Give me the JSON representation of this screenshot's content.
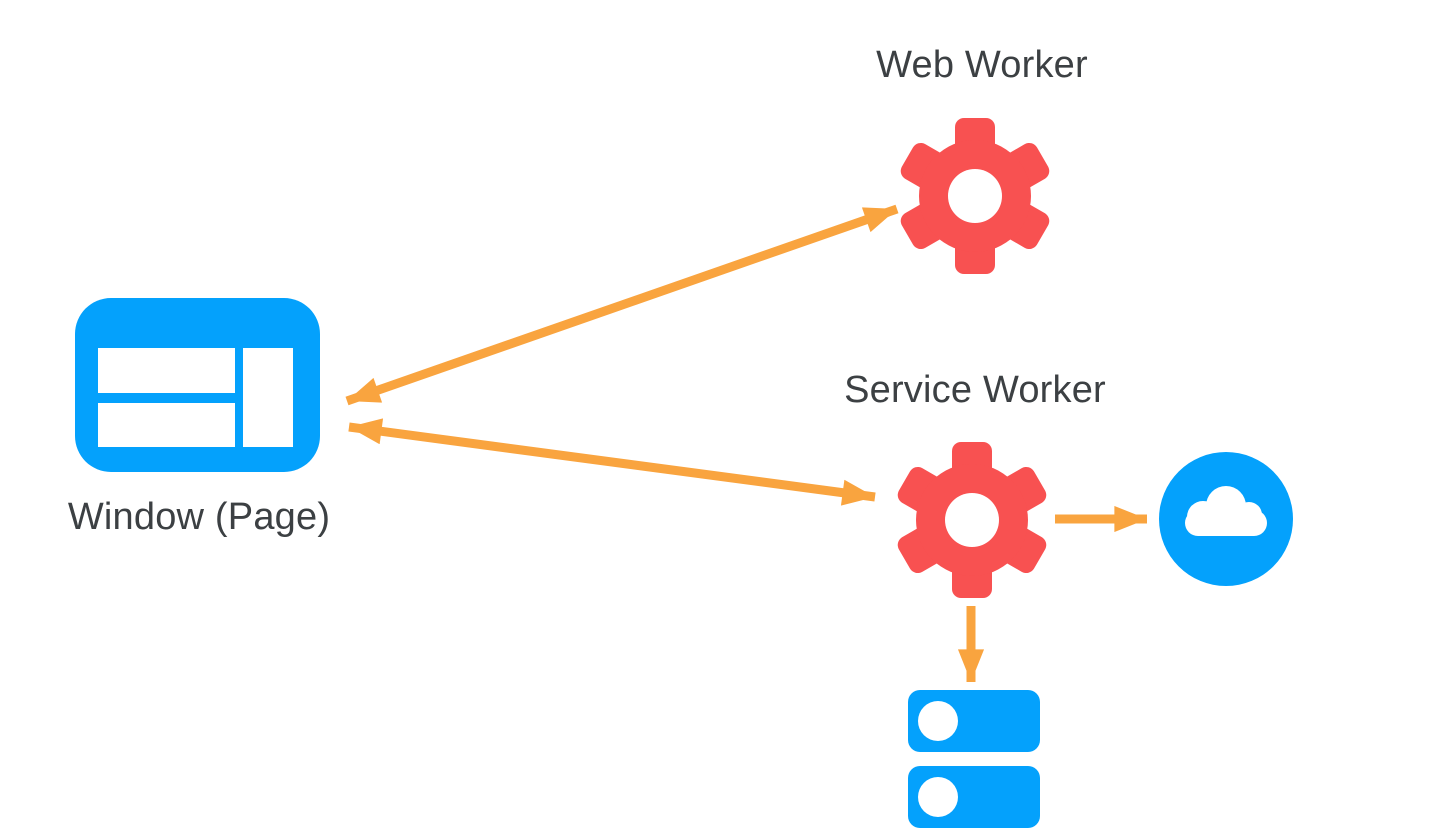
{
  "diagram": {
    "type": "architecture-diagram",
    "background": "#ffffff",
    "colors": {
      "node_blue": "#04A1FC",
      "gear_red": "#F85151",
      "arrow_orange": "#F9A43F",
      "label_gray": "#3C4043",
      "icon_inner": "#FFFFFF"
    },
    "nodes": [
      {
        "id": "window",
        "label": "Window (Page)",
        "icon": "browser-window-icon",
        "color": "#04A1FC"
      },
      {
        "id": "web-worker",
        "label": "Web Worker",
        "icon": "gear-icon",
        "color": "#F85151"
      },
      {
        "id": "service-worker",
        "label": "Service Worker",
        "icon": "gear-icon",
        "color": "#F85151"
      },
      {
        "id": "network",
        "label": "",
        "icon": "cloud-icon",
        "color": "#04A1FC"
      },
      {
        "id": "storage",
        "label": "",
        "icon": "database-icon",
        "color": "#04A1FC"
      }
    ],
    "edges": [
      {
        "from": "window",
        "to": "web-worker",
        "direction": "bidirectional",
        "color": "#F9A43F"
      },
      {
        "from": "window",
        "to": "service-worker",
        "direction": "bidirectional",
        "color": "#F9A43F"
      },
      {
        "from": "service-worker",
        "to": "network",
        "direction": "forward",
        "color": "#F9A43F"
      },
      {
        "from": "service-worker",
        "to": "storage",
        "direction": "forward",
        "color": "#F9A43F"
      }
    ]
  }
}
